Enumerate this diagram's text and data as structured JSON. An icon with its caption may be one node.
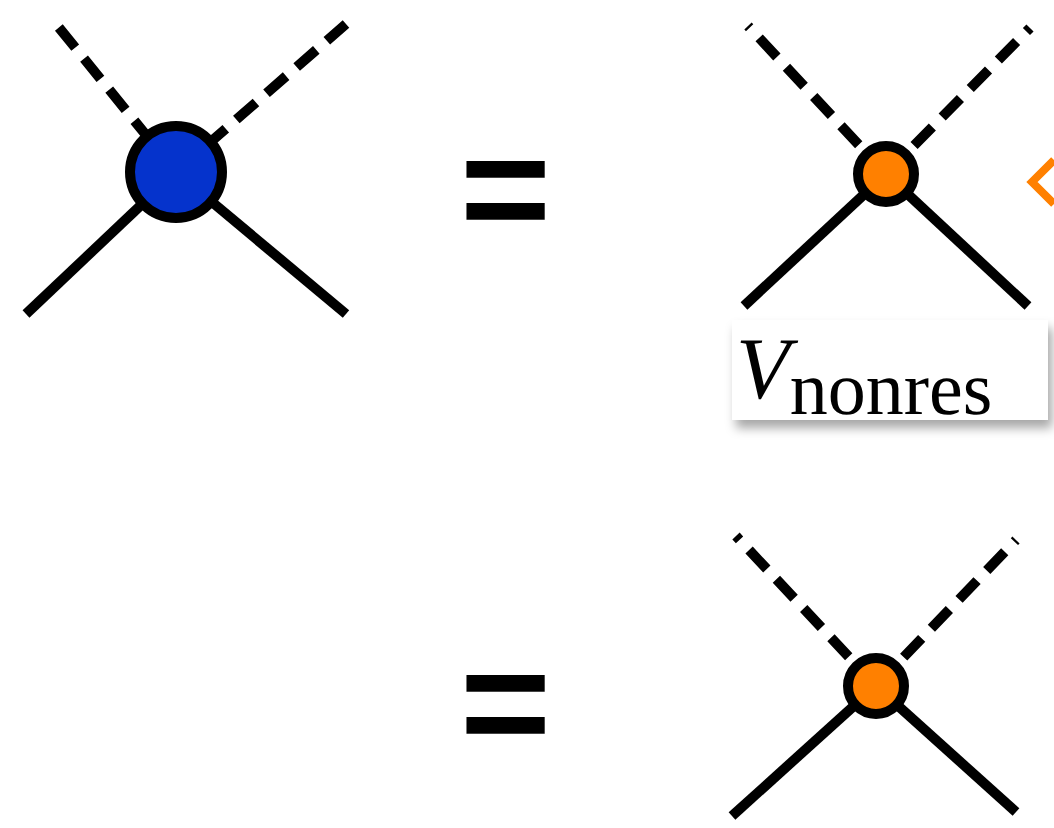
{
  "diagram": {
    "nodes": [
      {
        "text": [],
        "shape": "circle"
      },
      {
        "text": [],
        "shape": "circle"
      },
      {
        "text": [],
        "shape": "circle"
      }
    ],
    "labels": [
      "=",
      "*V*$_{nonres}$",
      "="
    ]
  }
}
